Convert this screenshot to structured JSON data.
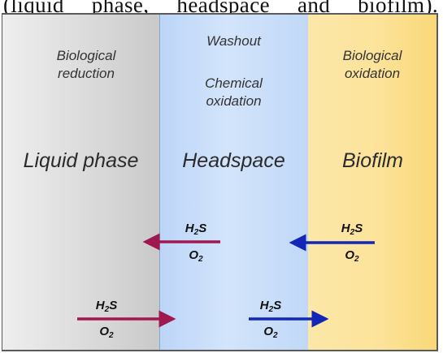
{
  "caption": "(liquid phase, headspace and biofilm).",
  "processes": {
    "liquid": "Biological reduction",
    "washout": "Washout",
    "chemical": "Chemical oxidation",
    "biofilm": "Biological oxidation"
  },
  "phases": {
    "liquid": "Liquid phase",
    "headspace": "Headspace",
    "biofilm": "Biofilm"
  },
  "species": {
    "h2s_base": "H",
    "h2s_sub": "2",
    "h2s_tail": "S",
    "o2_base": "O",
    "o2_sub": "2"
  },
  "colors": {
    "red_arrow": "#a01850",
    "blue_arrow": "#1226b8",
    "liquid_bg": "#d9d9d9",
    "headspace_bg": "#cfe1fa",
    "biofilm_bg": "#fde39a"
  }
}
